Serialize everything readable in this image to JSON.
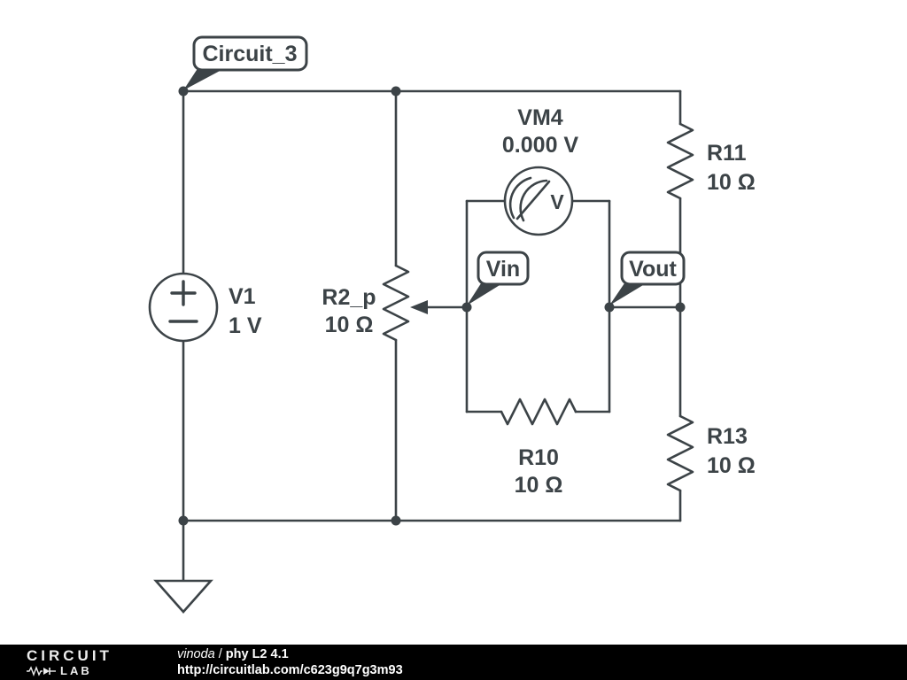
{
  "colors": {
    "wire": "#3c4347",
    "background": "#ffffff",
    "footer_background": "#000000",
    "footer_text": "#ffffff"
  },
  "circuit": {
    "net_flag_top": "Circuit_3",
    "v1": {
      "name": "V1",
      "value": "1 V"
    },
    "r2p": {
      "name": "R2_p",
      "value": "10 Ω"
    },
    "vm4": {
      "name": "VM4",
      "reading": "0.000 V",
      "unit_letter": "V"
    },
    "vin_flag": "Vin",
    "vout_flag": "Vout",
    "r10": {
      "name": "R10",
      "value": "10 Ω"
    },
    "r11": {
      "name": "R11",
      "value": "10 Ω"
    },
    "r13": {
      "name": "R13",
      "value": "10 Ω"
    }
  },
  "footer": {
    "brand_line1": "CIRCUIT",
    "brand_line2": "LAB",
    "author": "vinoda",
    "separator": "/",
    "project_title": "phy L2 4.1",
    "url": "http://circuitlab.com/c623g9q7g3m93"
  }
}
